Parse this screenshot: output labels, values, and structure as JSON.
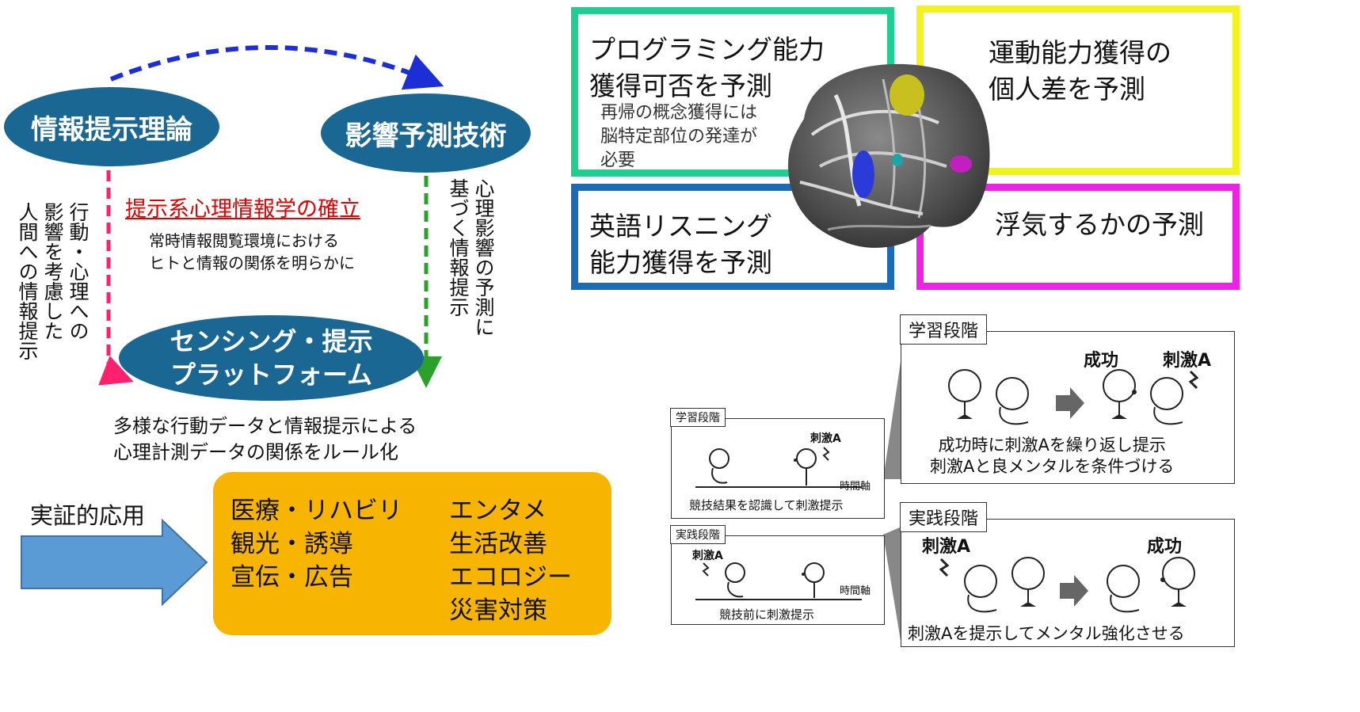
{
  "left": {
    "theory": "情報提示理論",
    "prediction": "影響予測技術",
    "platform_line1": "センシング・提示",
    "platform_line2": "プラットフォーム",
    "center_title": "提示系心理情報学の確立",
    "center_desc": "常時情報閲覧環境における\nヒトと情報の関係を明らかに",
    "left_vertical": "行動・心理への\n影響を考慮した\n人間への情報提示",
    "right_vertical": "心理影響の予測に\n基づく情報提示",
    "bottom_desc": "多様な行動データと情報提示による\n心理計測データの関係をルール化",
    "applied_label": "実証的応用",
    "apps_col1": "医療・リハビリ\n観光・誘導\n宣伝・広告",
    "apps_col2": "エンタメ\n生活改善\nエコロジー\n災害対策"
  },
  "right": {
    "programming": "プログラミング能力\n獲得可否を予測",
    "programming_note": "再帰の概念獲得には\n脳特定部位の発達が\n必要",
    "motor": "運動能力獲得の\n個人差を予測",
    "english": "英語リスニング\n能力獲得を予測",
    "affair": "浮気するかの予測"
  },
  "experiment": {
    "learning_stage": "学習段階",
    "practice_stage": "実践段階",
    "stimulus": "刺激A",
    "success": "成功",
    "time_axis": "時間軸",
    "learning_caption_small": "競技結果を認識して刺激提示",
    "practice_caption_small": "競技前に刺激提示",
    "learning_caption_big": "成功時に刺激Aを繰り返し提示\n刺激Aと良メンタルを条件づける",
    "practice_caption_big": "刺激Aを提示してメンタル強化させる"
  },
  "colors": {
    "ellipse": "#1b6794",
    "green_box": "#1fcf92",
    "yellow_box": "#f2f21c",
    "blue_box": "#1b6bb7",
    "magenta_box": "#ee22e6",
    "apps_box": "#f7b400",
    "arrow_blue": "#5b9bd5",
    "title_red": "#e00000"
  }
}
